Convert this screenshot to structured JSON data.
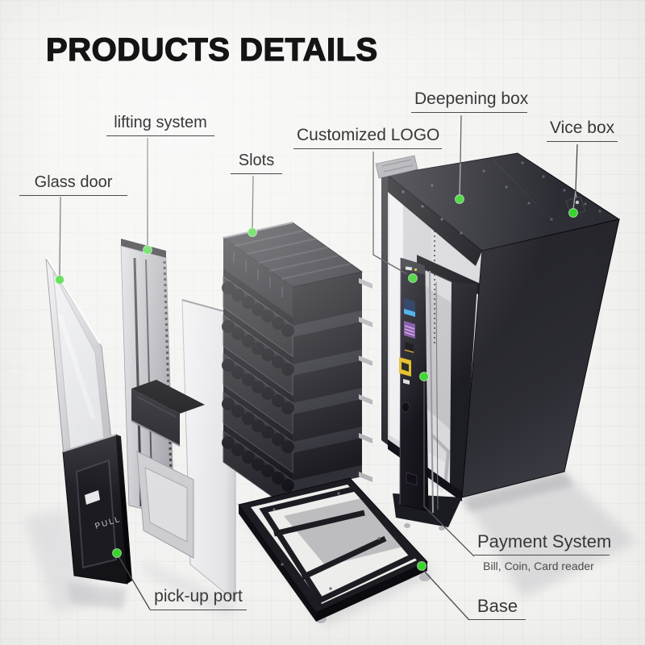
{
  "page": {
    "title": "PRODUCTS DETAILS"
  },
  "labels": {
    "glass_door": "Glass door",
    "lifting_system": "lifting system",
    "slots": "Slots",
    "customized_logo": "Customized LOGO",
    "deepening_box": "Deepening box",
    "vice_box": "Vice box",
    "payment_system": "Payment System",
    "payment_sub": "Bill, Coin,  Card reader",
    "base": "Base",
    "pickup_port": "pick-up port"
  },
  "machine": {
    "pull_label": "PULL"
  },
  "colors": {
    "callout_dot": "#38d42c",
    "cabinet_dark": "#24242a",
    "screen_blue": "#3fa9e8",
    "bill_purple": "#7a4fa0",
    "scanner_yellow": "#e5bd22"
  }
}
